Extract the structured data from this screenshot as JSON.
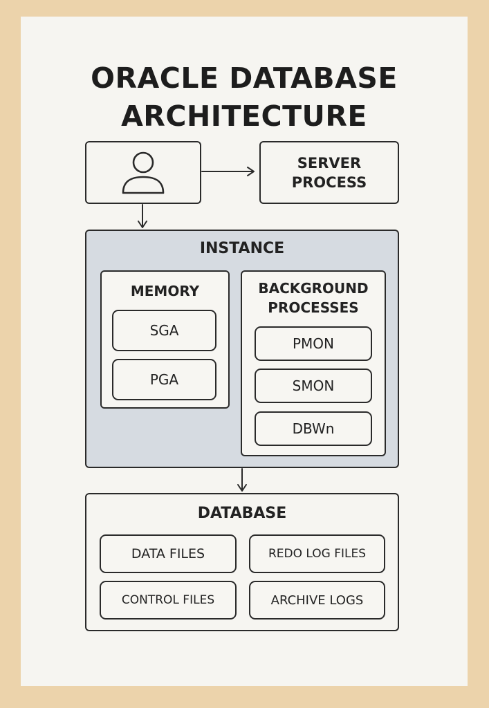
{
  "title": {
    "line1": "ORACLE DATABASE",
    "line2": "ARCHITECTURE"
  },
  "user": {
    "icon": "user-icon"
  },
  "server_process": {
    "line1": "SERVER",
    "line2": "PROCESS"
  },
  "instance": {
    "label": "INSTANCE",
    "memory": {
      "label": "MEMORY",
      "items": [
        "SGA",
        "PGA"
      ]
    },
    "background": {
      "line1": "BACKGROUND",
      "line2": "PROCESSES",
      "items": [
        "PMON",
        "SMON",
        "DBWn"
      ]
    }
  },
  "database": {
    "label": "DATABASE",
    "files": [
      "DATA FILES",
      "REDO LOG FILES",
      "CONTROL FILES",
      "ARCHIVE LOGS"
    ]
  },
  "colors": {
    "background": "#ecd3ab",
    "paper": "#f6f5f1",
    "instance_fill": "#d6dbe1",
    "stroke": "#2a2a2a"
  }
}
